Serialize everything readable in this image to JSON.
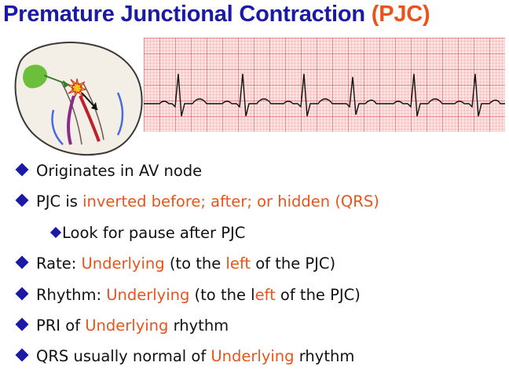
{
  "slide": {
    "title_main": "Premature Junctional Contraction ",
    "title_abbr": "(PJC)"
  },
  "bullets": {
    "b1": {
      "text": "Originates  in AV node"
    },
    "b2": {
      "t1": "PJC is ",
      "h1": "inverted before; after; or hidden (QRS)"
    },
    "b3": {
      "text": "Look for pause after PJC"
    },
    "b4": {
      "t1": "Rate: ",
      "h1": "Underlying",
      "t2": " (to the ",
      "h2": "left",
      "t3": " of the PJC)"
    },
    "b5": {
      "t1": "Rhythm: ",
      "h1": "Underlying",
      "t2": " (to the l",
      "h2": "eft",
      "t3": " of the PJC)"
    },
    "b6": {
      "t1": "PRI of ",
      "h1": "Underlying",
      "t2": " rhythm"
    },
    "b7": {
      "t1": "QRS usually normal of ",
      "h1": "Underlying",
      "t2": " rhythm"
    }
  },
  "colors": {
    "title": "#1a1aa6",
    "highlight": "#e8541c",
    "bullet": "#1a1aa6",
    "ecg_grid": "#e85a5a",
    "ecg_background": "#fde2e2"
  },
  "icons": {
    "heart": "heart-conduction-illustration",
    "bullet": "diamond-bullet-icon"
  }
}
